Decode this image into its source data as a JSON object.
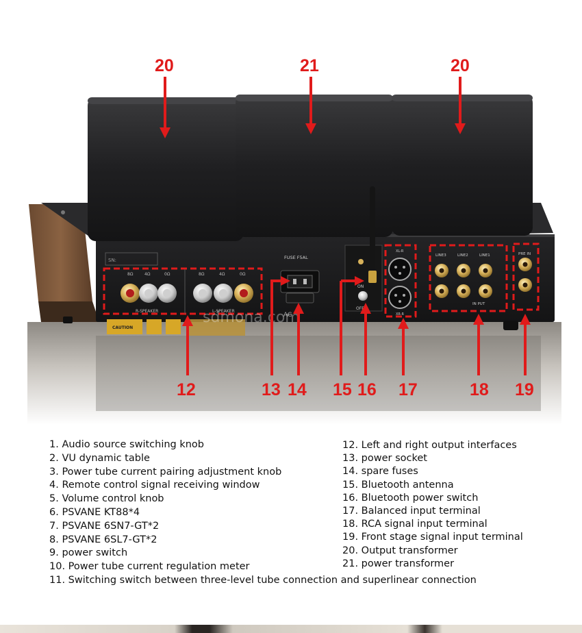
{
  "colors": {
    "callout": "#e01b1b",
    "chassis": "#1b1b1d",
    "text": "#111111"
  },
  "callouts": {
    "top": [
      "20",
      "21",
      "20"
    ],
    "bottom": [
      "12",
      "13",
      "14",
      "15",
      "16",
      "17",
      "18",
      "19"
    ]
  },
  "panel_text": {
    "fuse": "FUSE F5AL",
    "sn": "SN:",
    "r_speaker": "R-SPEAKER",
    "l_speaker": "L-SPEAKER",
    "ohm8": "8Ω",
    "ohm4": "4Ω",
    "ohm0": "0Ω",
    "caution": "CAUTION",
    "ac": "AC",
    "xl_r": "XL-R",
    "xl_l": "XR-R",
    "on": "ON",
    "off": "OFF",
    "line3": "LINE3",
    "line2": "LINE2",
    "line1": "LINE1",
    "input": "IN PUT",
    "pre_in": "PRE IN",
    "watermark": "sdmona.com"
  },
  "legend_left": [
    "1. Audio source switching knob",
    "2. VU dynamic table",
    "3. Power tube current pairing adjustment knob",
    "4. Remote control signal receiving window",
    "5. Volume control knob",
    "6. PSVANE KT88*4",
    "7. PSVANE 6SN7-GT*2",
    "8. PSVANE 6SL7-GT*2",
    "9. power switch",
    "10. Power tube current regulation meter",
    "11. Switching switch between three-level tube connection and superlinear connection"
  ],
  "legend_right": [
    "12. Left and right output interfaces",
    "13. power socket",
    "14. spare fuses",
    "15. Bluetooth antenna",
    "16. Bluetooth power switch",
    "17. Balanced input terminal",
    "18. RCA signal input terminal",
    "19. Front stage signal input terminal",
    "20. Output transformer",
    "21. power transformer"
  ]
}
